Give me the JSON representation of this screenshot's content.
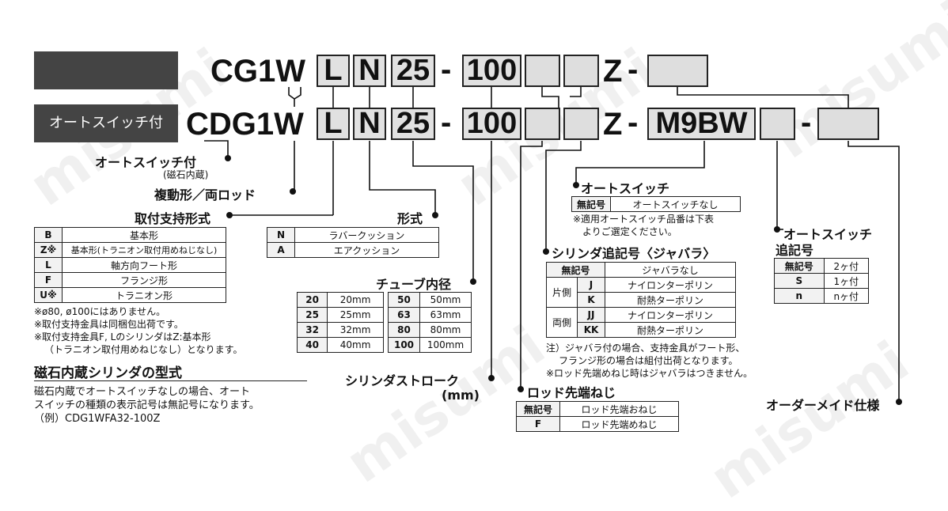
{
  "header_auto_switch": "オートスイッチ付",
  "row1": {
    "prefix": "CG1W",
    "mount": "L",
    "cushion": "N",
    "bore": "25",
    "dash1": "-",
    "stroke": "100",
    "z": "Z",
    "dash2": "-"
  },
  "row2": {
    "prefix": "CDG1W",
    "mount": "L",
    "cushion": "N",
    "bore": "25",
    "dash1": "-",
    "stroke": "100",
    "z": "Z",
    "dash2": "-",
    "switch": "M9BW",
    "dash3": "-"
  },
  "labels": {
    "auto_switch_with": "オートスイッチ付",
    "magnet_note": "(磁石内蔵)",
    "double_acting": "複動形／両ロッド",
    "mounting": "取付支持形式",
    "cushion": "形式",
    "bore": "チューブ内径",
    "stroke1": "シリンダストローク",
    "stroke2": "(mm)",
    "rod_thread": "ロッド先端ねじ",
    "auto_switch": "オートスイッチ",
    "bellows": "シリンダ追記号〈ジャバラ〉",
    "sw_qty1": "オートスイッチ",
    "sw_qty2": "追記号",
    "made_to_order": "オーダーメイド仕様",
    "magnet_title": "磁石内蔵シリンダの型式"
  },
  "mounting_table": [
    [
      "B",
      "基本形"
    ],
    [
      "Z※",
      "基本形(トラニオン取付用めねじなし)"
    ],
    [
      "L",
      "軸方向フート形"
    ],
    [
      "F",
      "フランジ形"
    ],
    [
      "U※",
      "トラニオン形"
    ]
  ],
  "mounting_notes": [
    "※ø80, ø100にはありません。",
    "※取付支持金具は同梱包出荷です。",
    "※取付支持金具F, LのシリンダはZ:基本形",
    "（トラニオン取付用めねじなし）となります。"
  ],
  "cushion_table": [
    [
      "N",
      "ラバークッション"
    ],
    [
      "A",
      "エアクッション"
    ]
  ],
  "bore_table_left": [
    [
      "20",
      "20mm"
    ],
    [
      "25",
      "25mm"
    ],
    [
      "32",
      "32mm"
    ],
    [
      "40",
      "40mm"
    ]
  ],
  "bore_table_right": [
    [
      "50",
      "50mm"
    ],
    [
      "63",
      "63mm"
    ],
    [
      "80",
      "80mm"
    ],
    [
      "100",
      "100mm"
    ]
  ],
  "switch_table": [
    [
      "無記号",
      "オートスイッチなし"
    ]
  ],
  "switch_notes": [
    "※適用オートスイッチ品番は下表",
    "よりご選定ください。"
  ],
  "bellows_table": {
    "none": [
      "無記号",
      "ジャバラなし"
    ],
    "one_side": "片側",
    "both_sides": "両側",
    "rows": [
      [
        "J",
        "ナイロンターポリン"
      ],
      [
        "K",
        "耐熱ターポリン"
      ],
      [
        "JJ",
        "ナイロンターポリン"
      ],
      [
        "KK",
        "耐熱ターポリン"
      ]
    ]
  },
  "bellows_notes": [
    "注）ジャバラ付の場合、支持金具がフート形、",
    "フランジ形の場合は組付出荷となります。",
    "※ロッド先端めねじ時はジャバラはつきません。"
  ],
  "rod_table": [
    [
      "無記号",
      "ロッド先端おねじ"
    ],
    [
      "F",
      "ロッド先端めねじ"
    ]
  ],
  "qty_table": [
    [
      "無記号",
      "2ヶ付"
    ],
    [
      "S",
      "1ヶ付"
    ],
    [
      "n",
      "nヶ付"
    ]
  ],
  "magnet_text": [
    "磁石内蔵でオートスイッチなしの場合、オート",
    "スイッチの種類の表示記号は無記号になります。",
    "（例）CDG1WFA32-100Z"
  ],
  "watermark": "misumi"
}
